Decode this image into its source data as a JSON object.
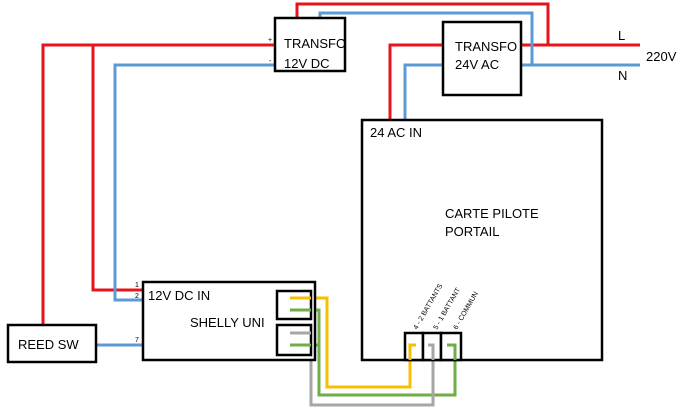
{
  "diagram": {
    "colors": {
      "live": "#e8141b",
      "neutral": "#5b9bd5",
      "yellow": "#f5c000",
      "green": "#70ad47",
      "grey": "#a6a6a6",
      "outline": "#000000"
    },
    "boxes": {
      "transfo_12v": {
        "line1": "TRANSFO",
        "line2": "12V DC"
      },
      "transfo_24v": {
        "line1": "TRANSFO",
        "line2": "24V AC"
      },
      "carte": {
        "input": "24 AC IN",
        "line1": "CARTE PILOTE",
        "line2": "PORTAIL"
      },
      "shelly": {
        "input": "12V DC IN",
        "name": "SHELLY UNI"
      },
      "reed": {
        "name": "REED SW"
      }
    },
    "terminals": {
      "plus": "+",
      "minus": "-",
      "shelly_1": "1",
      "shelly_2": "2",
      "shelly_7": "7"
    },
    "carte_terminals": [
      "4 - 2 BATTANTS",
      "5 - 1 BATTANT",
      "6 - COMMUN"
    ],
    "mains": {
      "live": "L",
      "neutral": "N",
      "voltage": "220V"
    }
  }
}
